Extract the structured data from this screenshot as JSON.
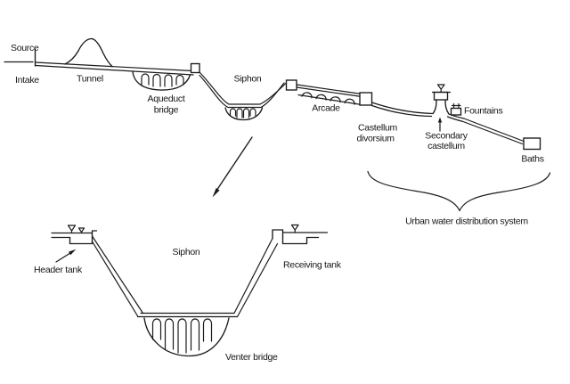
{
  "figure": {
    "description": "Schematic profile of a Roman aqueduct water supply system with detailed siphon inset",
    "colors": {
      "line": "#1a1a1a",
      "background": "#ffffff",
      "text": "#151515"
    },
    "top": {
      "labels": {
        "source": "Source",
        "intake": "Intake",
        "tunnel": "Tunnel",
        "aqueduct_bridge_1": "Aqueduct",
        "aqueduct_bridge_2": "bridge",
        "siphon": "Siphon",
        "arcade": "Arcade",
        "castellum_divorsium_1": "Castellum",
        "castellum_divorsium_2": "divorsium",
        "secondary_castellum_1": "Secondary",
        "secondary_castellum_2": "castellum",
        "fountains": "Fountains",
        "baths": "Baths"
      },
      "brace_label": "Urban water distribution system"
    },
    "bottom": {
      "labels": {
        "header_tank": "Header tank",
        "siphon": "Siphon",
        "receiving_tank": "Receiving tank",
        "venter_bridge": "Venter bridge"
      }
    }
  }
}
